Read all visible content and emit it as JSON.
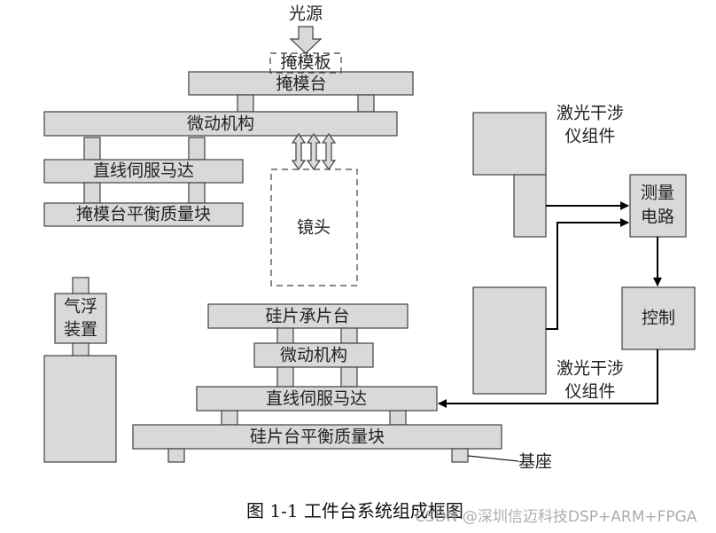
{
  "diagram": {
    "light_source": "光源",
    "mask": "掩模板",
    "mask_stage": "掩模台",
    "micro_motion_top": "微动机构",
    "linear_servo_top": "直线伺服马达",
    "mask_balance_mass": "掩模台平衡质量块",
    "lens": "镜头",
    "air_float_line1": "气浮",
    "air_float_line2": "装置",
    "wafer_chuck": "硅片承片台",
    "micro_motion_bottom": "微动机构",
    "linear_servo_bottom": "直线伺服马达",
    "wafer_balance_mass": "硅片台平衡质量块",
    "base": "基座",
    "interferometer_top_line1": "激光干涉",
    "interferometer_top_line2": "仪组件",
    "interferometer_bottom_line1": "激光干涉",
    "interferometer_bottom_line2": "仪组件",
    "measure_circuit_line1": "测量",
    "measure_circuit_line2": "电路",
    "control": "控制"
  },
  "caption": "图 1-1  工件台系统组成框图",
  "watermark": "CSDN @深圳信迈科技DSP+ARM+FPGA",
  "colors": {
    "block_fill": "#d9d9d9",
    "stroke": "#404040",
    "line": "#000000"
  }
}
